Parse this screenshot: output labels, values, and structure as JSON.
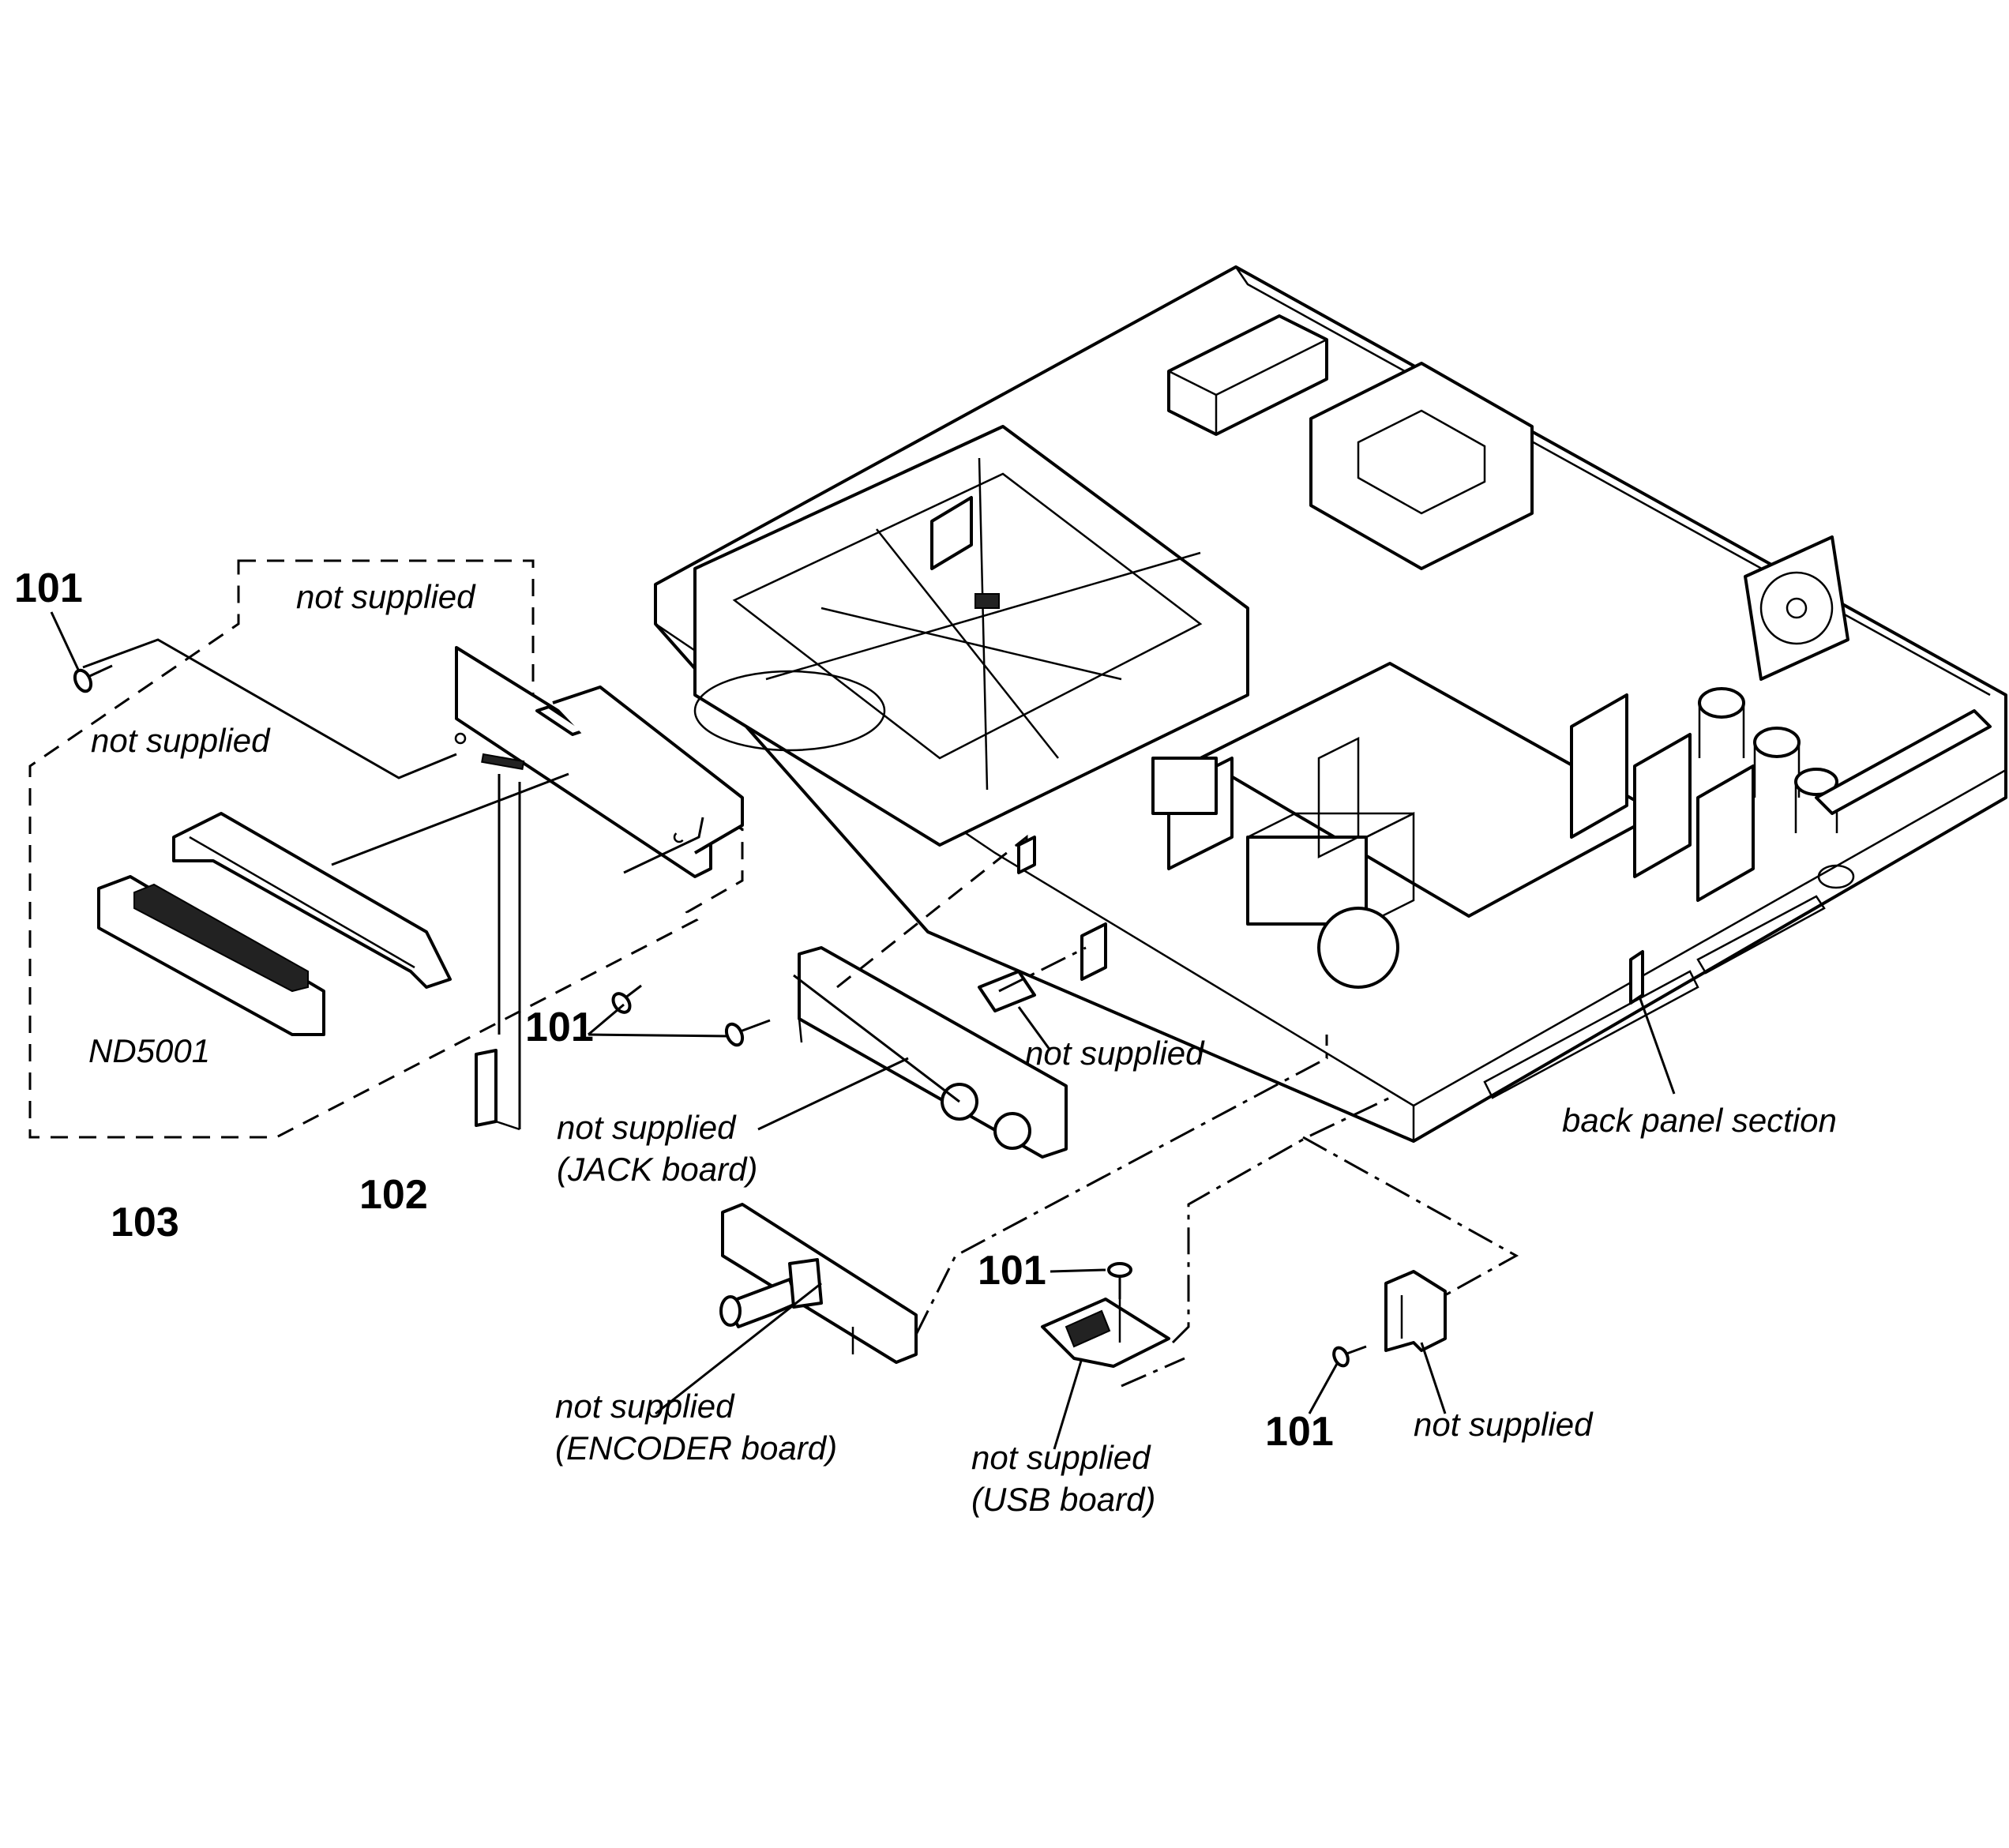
{
  "labels": {
    "part_101": "101",
    "part_102": "102",
    "part_103": "103",
    "not_supplied": "not supplied",
    "nd5001": "ND5001",
    "jack_board": "(JACK board)",
    "encoder_board": "(ENCODER board)",
    "usb_board": "(USB board)",
    "back_panel_section": "back panel section"
  }
}
